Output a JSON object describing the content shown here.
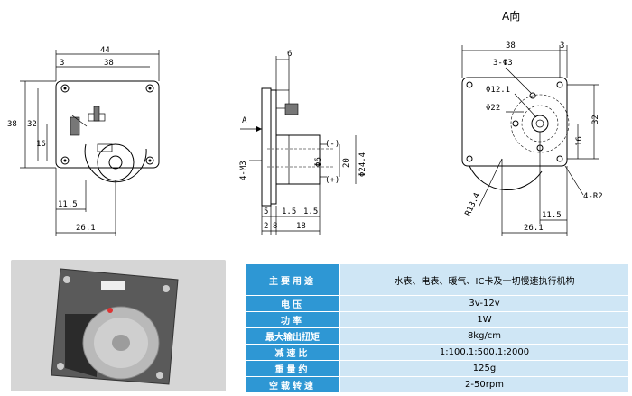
{
  "drawing": {
    "view_title": "A向",
    "front": {
      "dim_width": "44",
      "dim_inner": "38",
      "dim_offset": "3",
      "dim_height": "38",
      "dim_inner_height": "32",
      "dim_center_height": "16",
      "dim_bottom_a": "11.5",
      "dim_bottom_b": "26.1"
    },
    "side": {
      "dim_top": "6",
      "arrow_label": "A",
      "dim_thread": "4-M3",
      "dim_shaft": "Φ6",
      "dim_20": "20",
      "dim_body": "Φ24.4",
      "minus": "(-)",
      "plus": "(+)",
      "dim_5": "5",
      "dim_15a": "1.5",
      "dim_15b": "1.5",
      "dim_2": "2",
      "dim_8": "8",
      "dim_18": "18"
    },
    "aview": {
      "dim_38": "38",
      "dim_3": "3",
      "holes": "3-Φ3",
      "dia1": "Φ12.1",
      "dia2": "Φ22",
      "dim_32": "32",
      "dim_16": "16",
      "radius": "R13.4",
      "corner": "4-R2",
      "dim_115": "11.5",
      "dim_261": "26.1"
    }
  },
  "photo": {
    "alt_icon": "motor-photo"
  },
  "specs": [
    {
      "label": "主要用途",
      "value": "水表、电表、暖气、IC卡及一切慢速执行机构"
    },
    {
      "label": "电压",
      "value": "3v-12v"
    },
    {
      "label": "功率",
      "value": "1W"
    },
    {
      "label": "最大输出扭矩",
      "value": "8kg/cm"
    },
    {
      "label": "减速比",
      "value": "1:100,1:500,1:2000"
    },
    {
      "label": "重量约",
      "value": "125g"
    },
    {
      "label": "空载转速",
      "value": "2-50rpm"
    }
  ]
}
